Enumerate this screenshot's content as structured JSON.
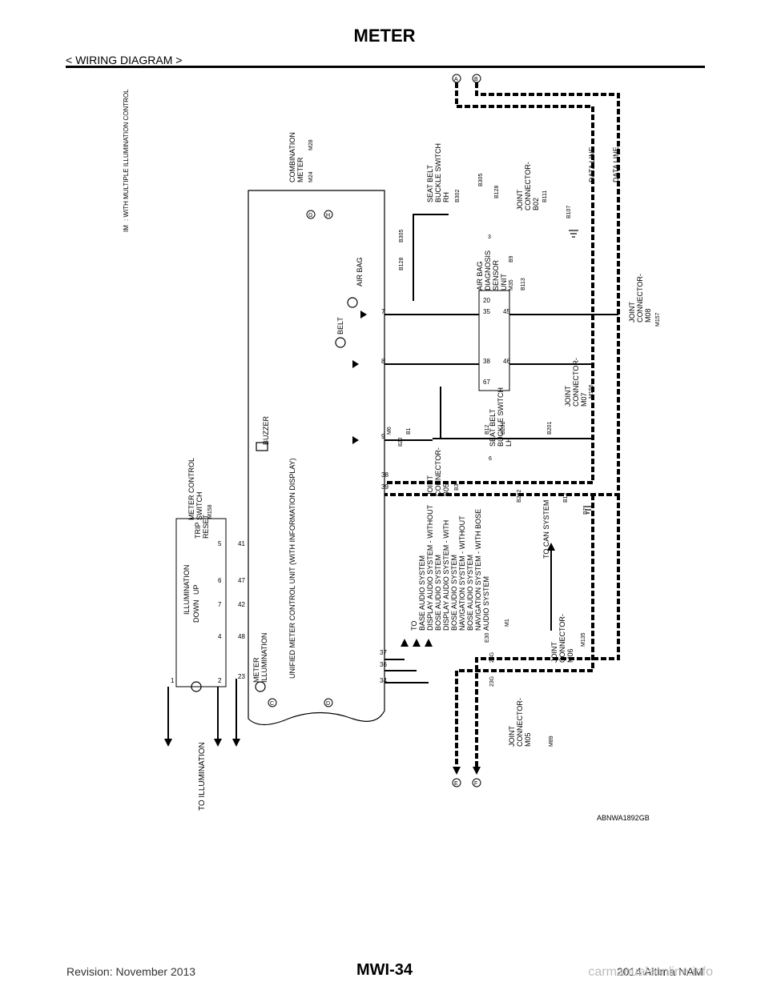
{
  "header": {
    "title": "METER",
    "section": "< WIRING DIAGRAM >"
  },
  "footer": {
    "revision": "Revision: November 2013",
    "page": "MWI-34",
    "model": "2014 Altima NAM"
  },
  "watermark": "carmanualsonline.info",
  "diagram": {
    "figure_id": "ABNWA1892GB",
    "legend": {
      "tag": "IM",
      "text": ": WITH MULTIPLE ILLUMINATION CONTROL"
    },
    "to_illumination": "TO ILLUMINATION",
    "combination_meter": {
      "name": [
        "COMBINATION",
        "METER"
      ],
      "connectors": [
        "M24",
        "M28"
      ]
    },
    "control_unit": "UNIFIED METER CONTROL UNIT (WITH INFORMATION DISPLAY)",
    "meter_control_switch": {
      "name": [
        "METER CONTROL",
        "SWITCH"
      ],
      "connector": "M158",
      "group": "ILLUMINATION",
      "down": "DOWN",
      "up": "UP",
      "trip": "TRIP",
      "reset": "RESET",
      "pins": [
        "1",
        "2",
        "4",
        "7",
        "6",
        "5"
      ]
    },
    "meter_illumination": [
      "METER",
      "ILLUMINATION"
    ],
    "buzzer": "BUZZER",
    "belt": "BELT",
    "air_bag": "AIR BAG",
    "meter_pins": [
      "34",
      "36",
      "37",
      "39",
      "38",
      "9",
      "8",
      "7",
      "48",
      "42",
      "47",
      "41",
      "23"
    ],
    "audio_notes": [
      "TO",
      "BASE AUDIO SYSTEM",
      "DISPLAY AUDIO SYSTEM - WITHOUT",
      "BOSE AUDIO SYSTEM",
      "DISPLAY AUDIO SYSTEM - WITH",
      "BOSE AUDIO SYSTEM",
      "NAVIGATION SYSTEM - WITHOUT",
      "BOSE AUDIO SYSTEM",
      "NAVIGATION SYSTEM - WITH BOSE",
      "AUDIO SYSTEM"
    ],
    "to_can_system": "TO CAN SYSTEM",
    "data_line_1": "DATA LINE",
    "data_line_2": "DATA LINE",
    "seat_belt_rh": {
      "name": [
        "SEAT BELT",
        "BUCKLE SWITCH",
        "RH"
      ],
      "connector": "B302"
    },
    "seat_belt_lh": {
      "name": [
        "SEAT BELT",
        "BUCKLE SWITCH",
        "LH"
      ],
      "connector": "B202"
    },
    "air_bag_unit": {
      "name": [
        "AIR BAG",
        "DIAGNOSIS",
        "SENSOR",
        "UNIT"
      ],
      "connectors": [
        "M35",
        "B9",
        "B113"
      ],
      "pins": [
        "35",
        "20",
        "38",
        "67",
        "45",
        "46"
      ]
    },
    "joint_b02": {
      "name": [
        "JOINT",
        "CONNECTOR-",
        "B02"
      ],
      "connector": "B111"
    },
    "joint_b05": {
      "name": [
        "JOINT",
        "CONNECTOR-",
        "B05"
      ],
      "connector": "B3"
    },
    "joint_m05": {
      "name": [
        "JOINT",
        "CONNECTOR-",
        "M05"
      ],
      "connector": "M89"
    },
    "joint_m06": {
      "name": [
        "JOINT",
        "CONNECTOR-",
        "M06"
      ],
      "connector": "M135"
    },
    "joint_m07": {
      "name": [
        "JOINT",
        "CONNECTOR-",
        "M07"
      ],
      "connector": "M156"
    },
    "joint_m08": {
      "name": [
        "JOINT",
        "CONNECTOR-",
        "M08"
      ],
      "connector": "M157"
    },
    "connector_tags": [
      "B128",
      "B305",
      "B305",
      "B128",
      "M6",
      "B1",
      "B12",
      "B201",
      "B201",
      "B12",
      "B107",
      "B7",
      "E30",
      "M1"
    ],
    "small_pins": [
      "82J",
      "3",
      "6",
      "23G",
      "23G"
    ],
    "ground_marks": [
      "B107",
      "B7"
    ],
    "lead_markers": [
      "A",
      "B",
      "C",
      "D",
      "E",
      "F",
      "G",
      "H"
    ]
  }
}
